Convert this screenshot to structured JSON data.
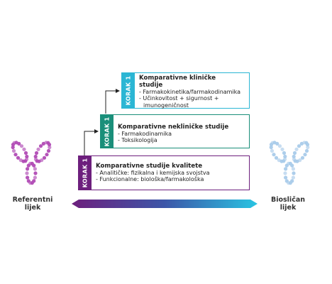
{
  "colors": {
    "step1": "#6d1f7d",
    "step2": "#1a8f7a",
    "step3": "#2bb6d4",
    "reference_antibody": "#b14bb5",
    "biosimilar_antibody": "#a9cbea",
    "gradient_start": "#6d1f7d",
    "gradient_end": "#29c4e2"
  },
  "steps": [
    {
      "tab": "KORAK 1",
      "title": "Komparativne studije kvalitete",
      "bullets": [
        "- Analitičke: fizikalna i kemijska svojstva",
        "- Funkcionalne: biološka/farmakološka"
      ]
    },
    {
      "tab": "KORAK 1",
      "title": "Komparativne nekliničke studije",
      "bullets": [
        "- Farmakodinamika",
        "- Toksikologija"
      ]
    },
    {
      "tab": "KORAK 1",
      "title_lines": [
        "Komparativne kliničke",
        "studije"
      ],
      "bullets": [
        "- Farmakokinetika/farmakodinamika",
        "- Učinkovitost + sigurnost +",
        "  imunogeničnost"
      ]
    }
  ],
  "left_label": [
    "Referentni",
    "lijek"
  ],
  "right_label": [
    "Biosličan",
    "lijek"
  ],
  "icons": {
    "left": "antibody-icon",
    "right": "antibody-icon"
  }
}
